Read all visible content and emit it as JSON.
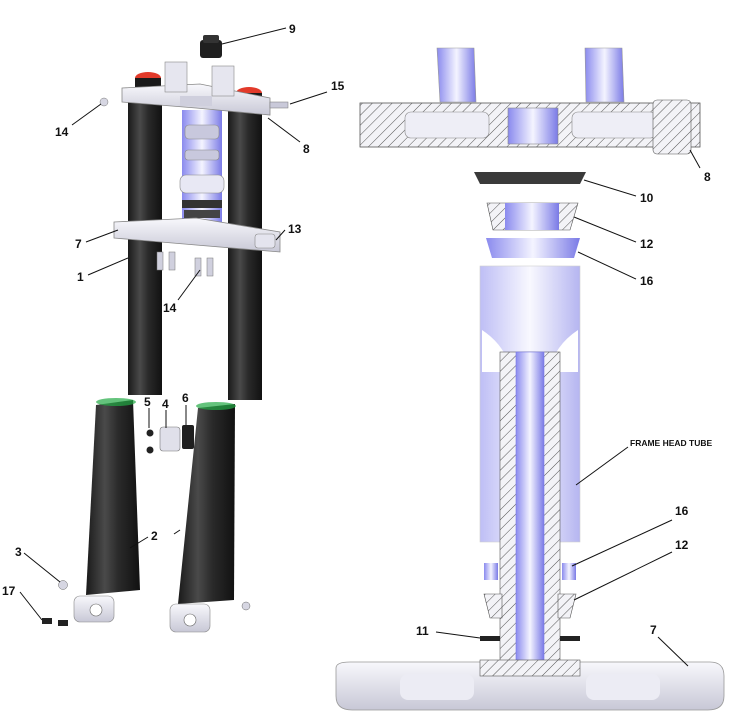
{
  "callouts": [
    {
      "id": "c9",
      "text": "9"
    },
    {
      "id": "c15",
      "text": "15"
    },
    {
      "id": "c14a",
      "text": "14"
    },
    {
      "id": "c8a",
      "text": "8"
    },
    {
      "id": "c7a",
      "text": "7"
    },
    {
      "id": "c13",
      "text": "13"
    },
    {
      "id": "c1",
      "text": "1"
    },
    {
      "id": "c14b",
      "text": "14"
    },
    {
      "id": "c5",
      "text": "5"
    },
    {
      "id": "c4",
      "text": "4"
    },
    {
      "id": "c6",
      "text": "6"
    },
    {
      "id": "c2",
      "text": "2"
    },
    {
      "id": "c3",
      "text": "3"
    },
    {
      "id": "c17",
      "text": "17"
    },
    {
      "id": "c8b",
      "text": "8"
    },
    {
      "id": "c10",
      "text": "10"
    },
    {
      "id": "c12a",
      "text": "12"
    },
    {
      "id": "c16a",
      "text": "16"
    },
    {
      "id": "c16b",
      "text": "16"
    },
    {
      "id": "c12b",
      "text": "12"
    },
    {
      "id": "c11",
      "text": "11"
    },
    {
      "id": "c7b",
      "text": "7"
    }
  ],
  "frame_label": "FRAME HEAD TUBE",
  "colors": {
    "tube_dark": "#2b2b2b",
    "metal": "#dcdde6",
    "metal_light": "#f2f2f7",
    "accent_blue": "#7a7ae6",
    "cap_red": "#e23a2a",
    "line": "#111111"
  }
}
